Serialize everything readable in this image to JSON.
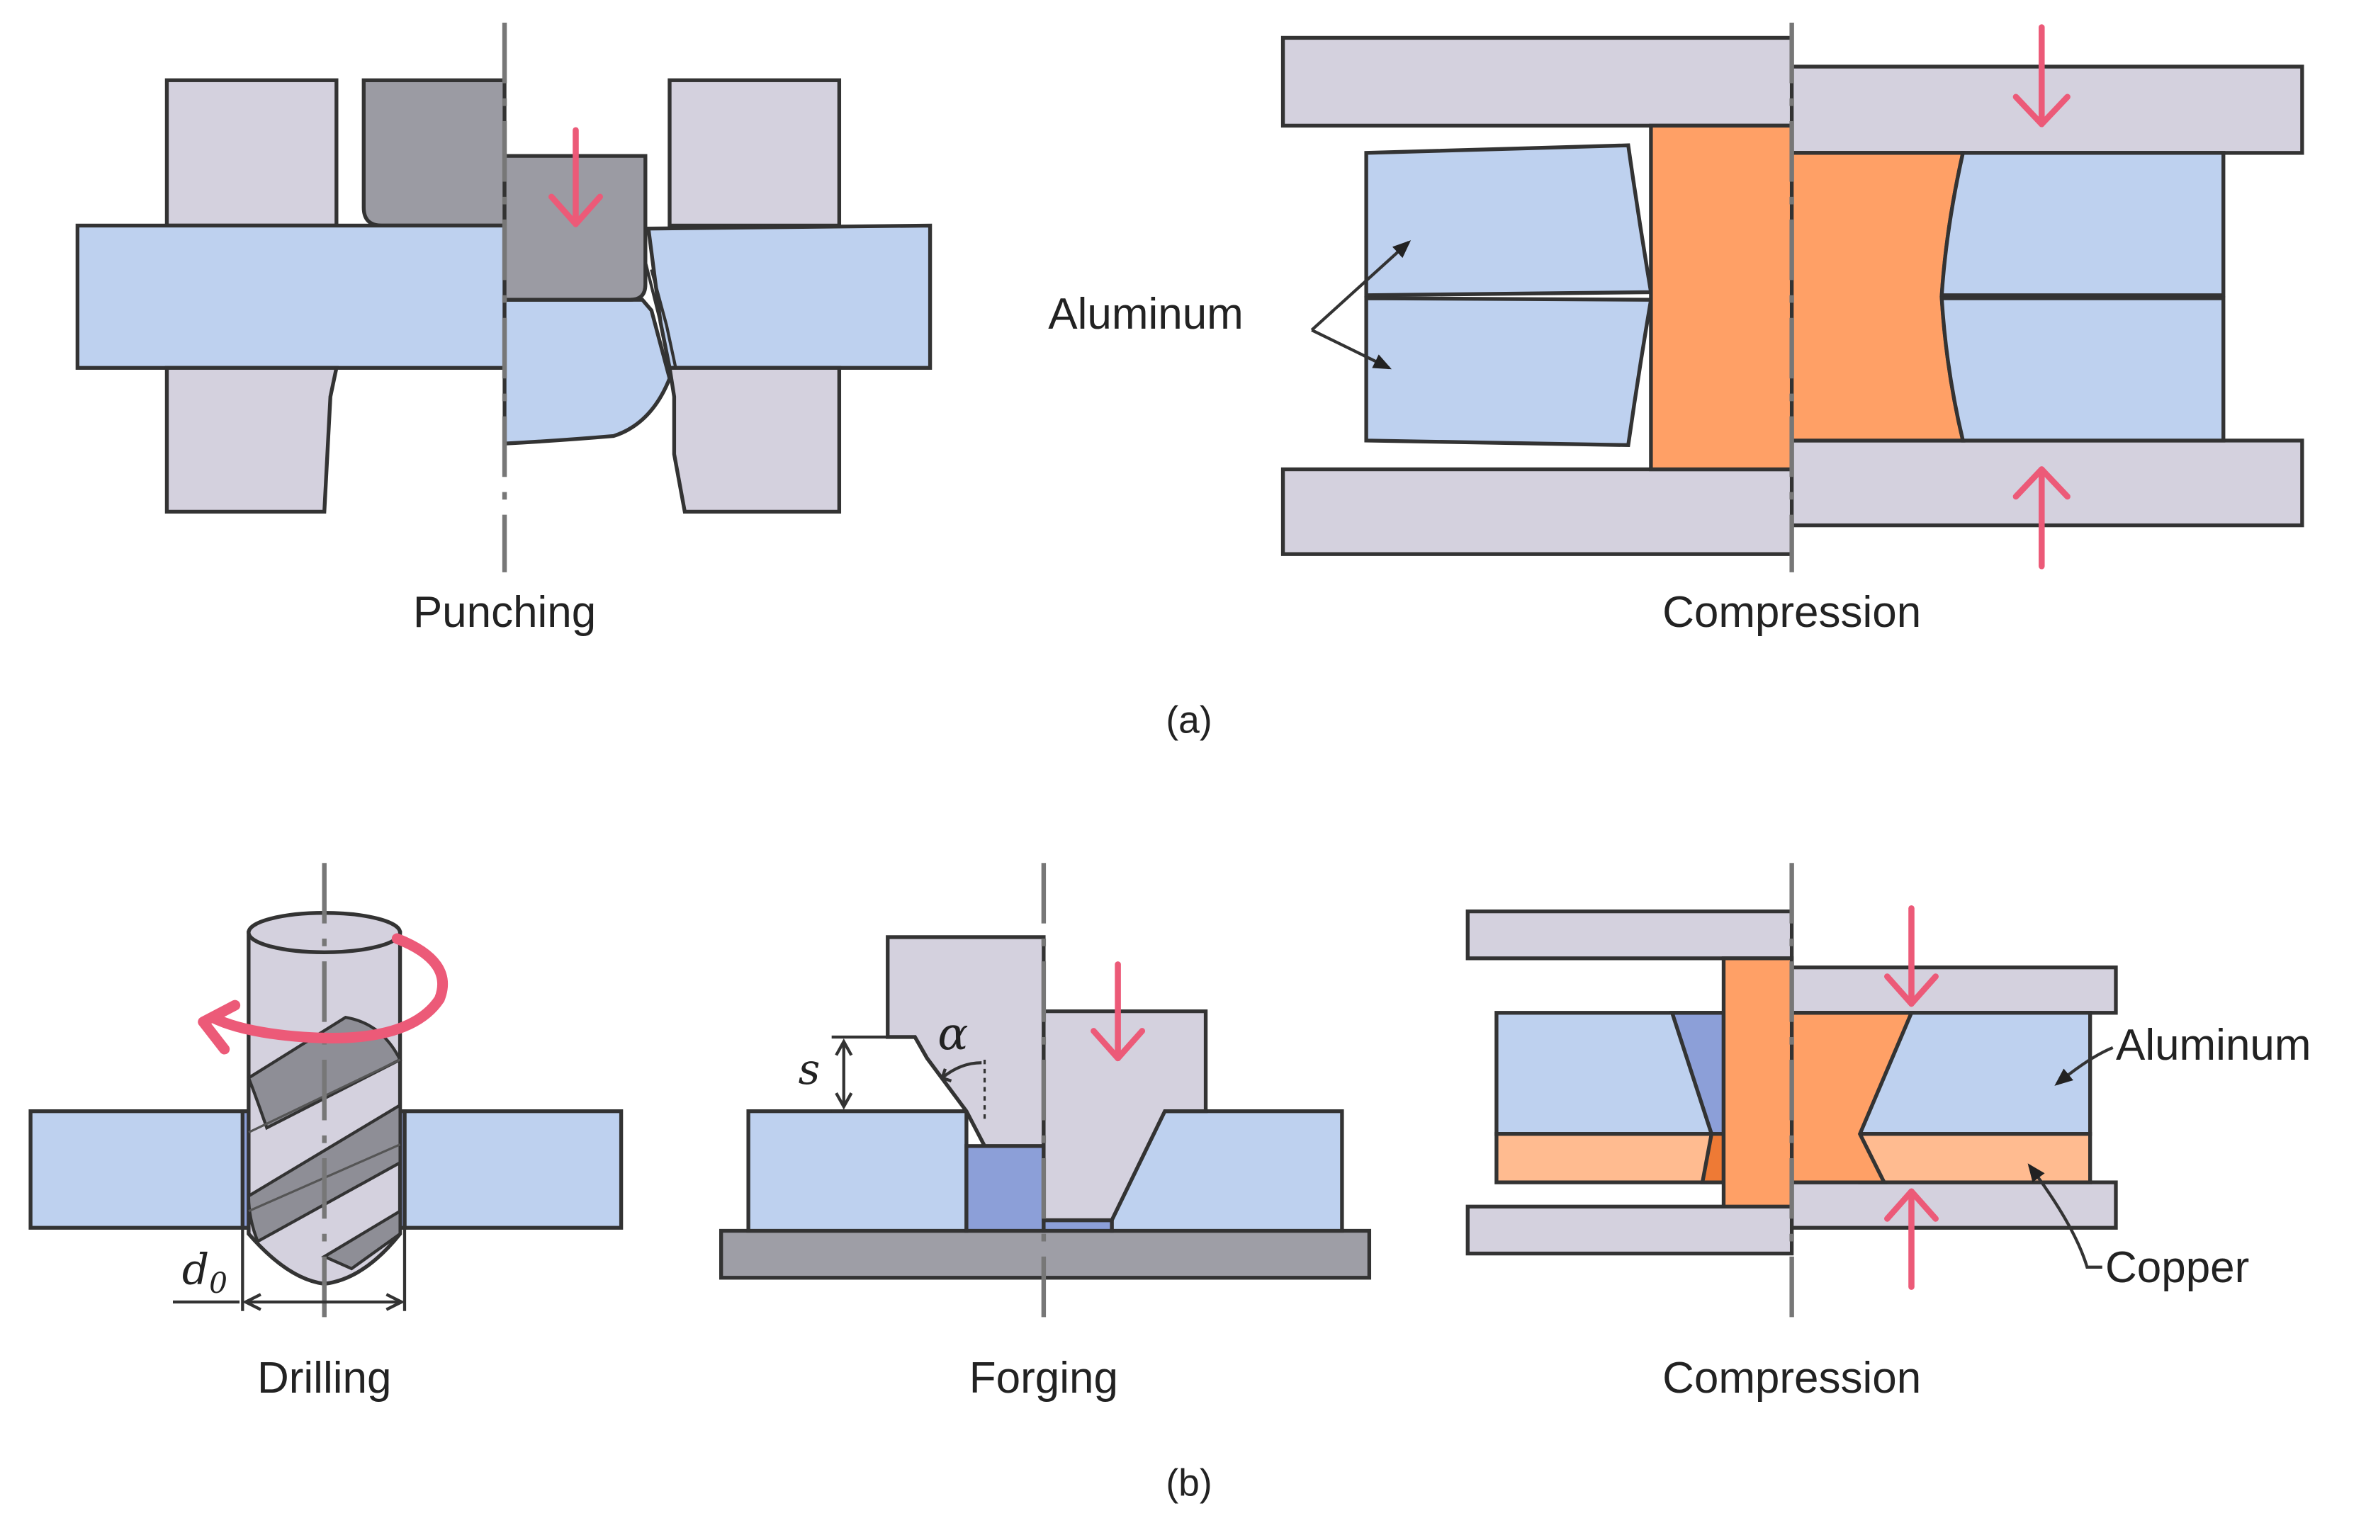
{
  "labels": {
    "punching": "Punching",
    "compression_a": "Compression",
    "caption_a": "(a)",
    "drilling": "Drilling",
    "forging": "Forging",
    "compression_b": "Compression",
    "caption_b": "(b)",
    "aluminum_a": "Aluminum",
    "aluminum_b": "Aluminum",
    "copper_b": "Copper"
  },
  "symbols": {
    "diameter_base": "d",
    "diameter_sub": "0",
    "stroke": "s",
    "angle": "α"
  },
  "colors": {
    "aluminum": "#bed1ef",
    "aluminum_dark": "#8c9fd8",
    "copper": "#ffa066",
    "copper_light": "#ffbb90",
    "copper_dark": "#ee7a35",
    "tool": "#d4d1de",
    "punch": "#9b9ba3",
    "drill_dark": "#8e8e96",
    "base_plate": "#9e9ea6",
    "arrow": "#ec5a78"
  }
}
